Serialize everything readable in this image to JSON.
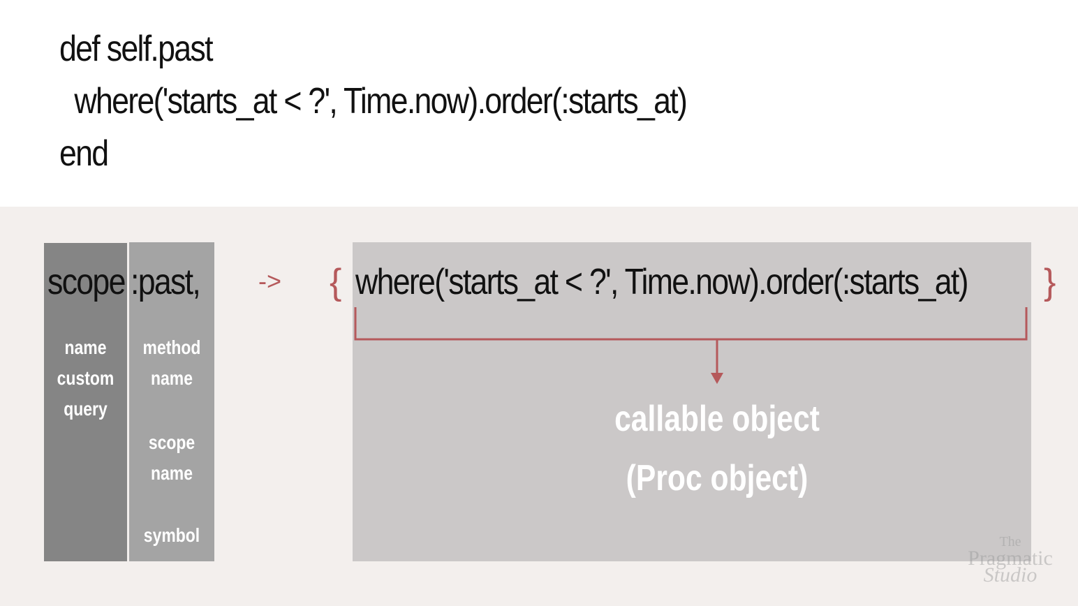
{
  "code": {
    "line1": "def self.past",
    "line2": "  where('starts_at < ?', Time.now).order(:starts_at)",
    "line3": "end"
  },
  "scope_line": {
    "keyword": "scope",
    "name": ":past,",
    "arrow": "->",
    "open_brace": "{",
    "body": "where('starts_at < ?', Time.now).order(:starts_at)",
    "close_brace": "}"
  },
  "labels": {
    "scope_col": [
      "name",
      "custom",
      "query"
    ],
    "past_col_a": [
      "method",
      "name"
    ],
    "past_col_b": [
      "scope",
      "name"
    ],
    "past_col_c": "symbol",
    "proc_line1": "callable object",
    "proc_line2": "(Proc object)"
  },
  "watermark": {
    "line1": "The",
    "line2": "Pragmatic",
    "line3": "Studio"
  },
  "colors": {
    "accent": "#b5595b",
    "col_dark": "#858585",
    "col_mid": "#a4a4a4",
    "proc_box": "#cbc8c8",
    "bottom_bg": "#f3efed"
  }
}
